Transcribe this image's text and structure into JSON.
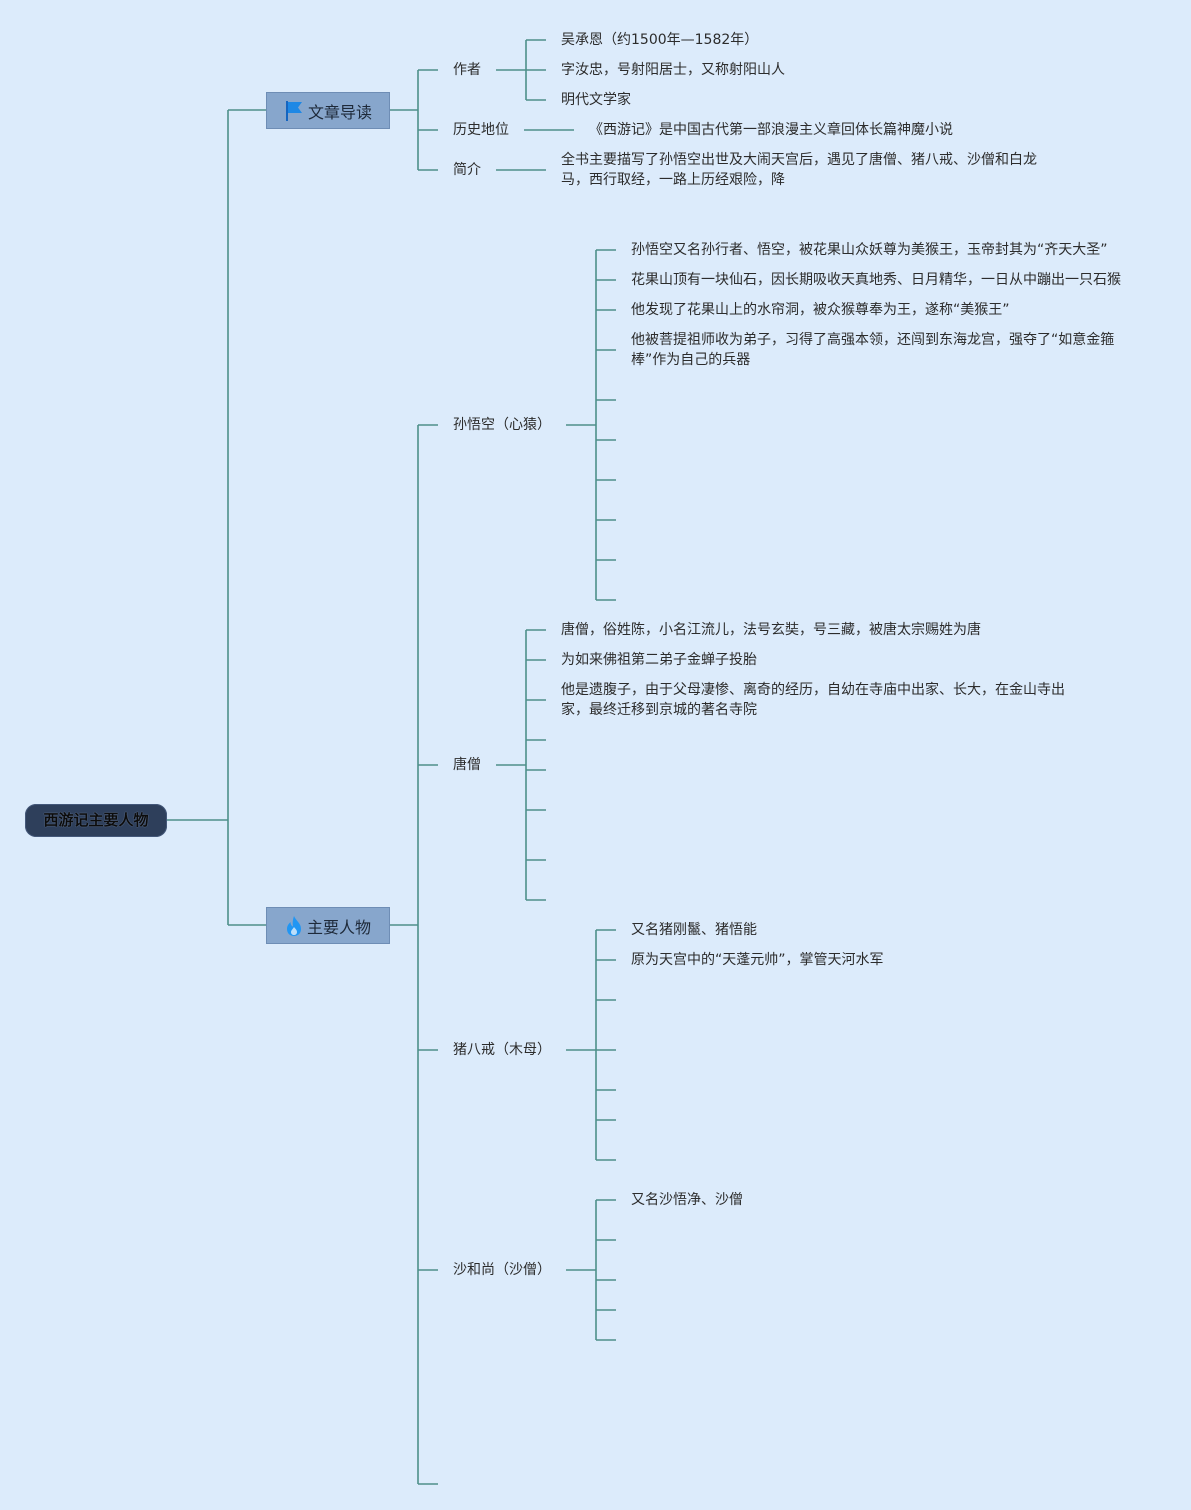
{
  "root": {
    "title": "西游记主要人物"
  },
  "categories": [
    {
      "label": "文章导读",
      "icon": "flag-icon"
    },
    {
      "label": "主要人物",
      "icon": "flame-icon"
    }
  ],
  "intro": {
    "author": {
      "label": "作者",
      "items": [
        "吴承恩（约1500年—1582年）",
        "字汝忠，号射阳居士，又称射阳山人",
        "明代文学家"
      ]
    },
    "position": {
      "label": "历史地位",
      "items": [
        "《西游记》是中国古代第一部浪漫主义章回体长篇神魔小说"
      ]
    },
    "summary": {
      "label": "简介",
      "items": [
        "全书主要描写了孙悟空出世及大闹天宫后，遇见了唐僧、猪八戒、沙僧和白龙马，西行取经，一路上历经艰险，降"
      ]
    }
  },
  "characters": [
    {
      "label": "孙悟空（心猿）",
      "items": [
        "孙悟空又名孙行者、悟空，被花果山众妖尊为美猴王，玉帝封其为“齐天大圣”",
        "花果山顶有一块仙石，因长期吸收天真地秀、日月精华，一日从中蹦出一只石猴",
        "他发现了花果山上的水帘洞，被众猴尊奉为王，遂称“美猴王”",
        "他被菩提祖师收为弟子，习得了高强本领，还闯到东海龙宫，强夺了“如意金箍棒”作为自己的兵器"
      ]
    },
    {
      "label": "唐僧",
      "items": [
        "唐僧，俗姓陈，小名江流儿，法号玄奘，号三藏，被唐太宗赐姓为唐",
        "为如来佛祖第二弟子金蝉子投胎",
        "他是遗腹子，由于父母凄惨、离奇的经历，自幼在寺庙中出家、长大，在金山寺出家，最终迁移到京城的著名寺院"
      ]
    },
    {
      "label": "猪八戒（木母）",
      "items": [
        "又名猪刚鬣、猪悟能",
        "原为天宫中的“天蓬元帅”，掌管天河水军"
      ]
    },
    {
      "label": "沙和尚（沙僧）",
      "items": [
        "又名沙悟净、沙僧"
      ]
    }
  ],
  "colors": {
    "background": "#dcebfb",
    "connector": "#4e8f8a",
    "category": "#87a6cc",
    "root": "#2e3f5b",
    "flag": "#1e88e5",
    "flame": "#2196f3"
  }
}
